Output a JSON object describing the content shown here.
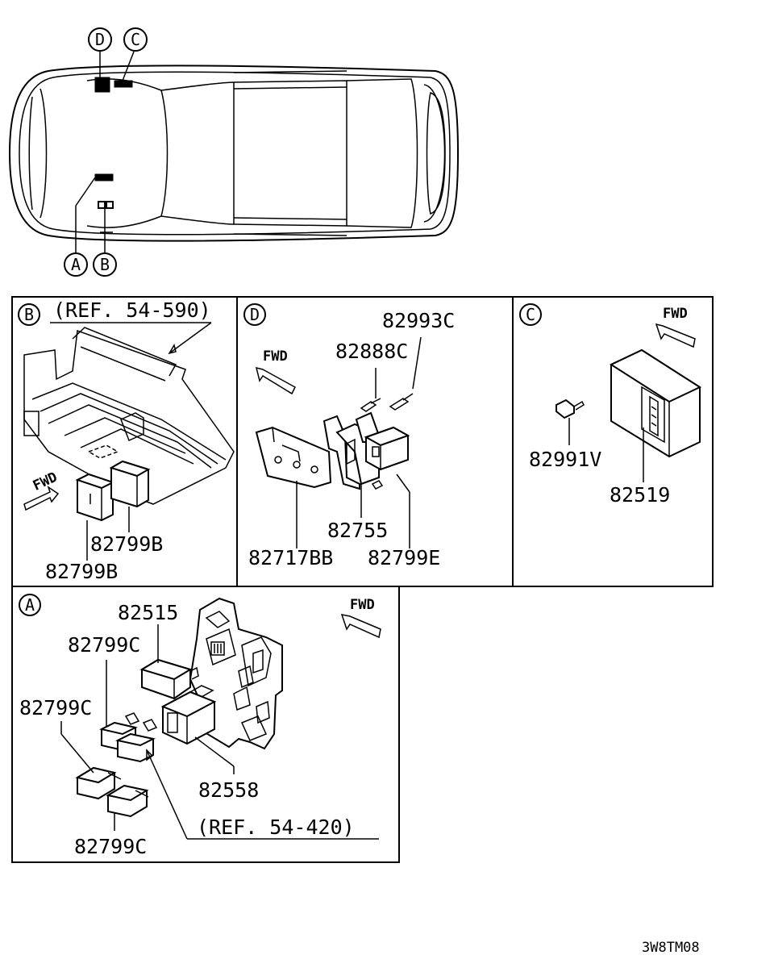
{
  "car": {
    "callouts": {
      "D": "D",
      "C": "C",
      "A": "A",
      "B": "B"
    }
  },
  "panel_b": {
    "badge": "B",
    "ref": "(REF. 54-590)",
    "fwd": "FWD",
    "parts": [
      "82799B",
      "82799B"
    ]
  },
  "panel_d": {
    "badge": "D",
    "fwd": "FWD",
    "parts": [
      "82993C",
      "82888C",
      "82755",
      "82717BB",
      "82799E"
    ]
  },
  "panel_c": {
    "badge": "C",
    "fwd": "FWD",
    "parts": [
      "82991V",
      "82519"
    ]
  },
  "panel_a": {
    "badge": "A",
    "fwd": "FWD",
    "ref": "(REF. 54-420)",
    "parts": [
      "82515",
      "82799C",
      "82799C",
      "82558",
      "82799C"
    ]
  },
  "footer": {
    "code": "3W8TM08"
  }
}
